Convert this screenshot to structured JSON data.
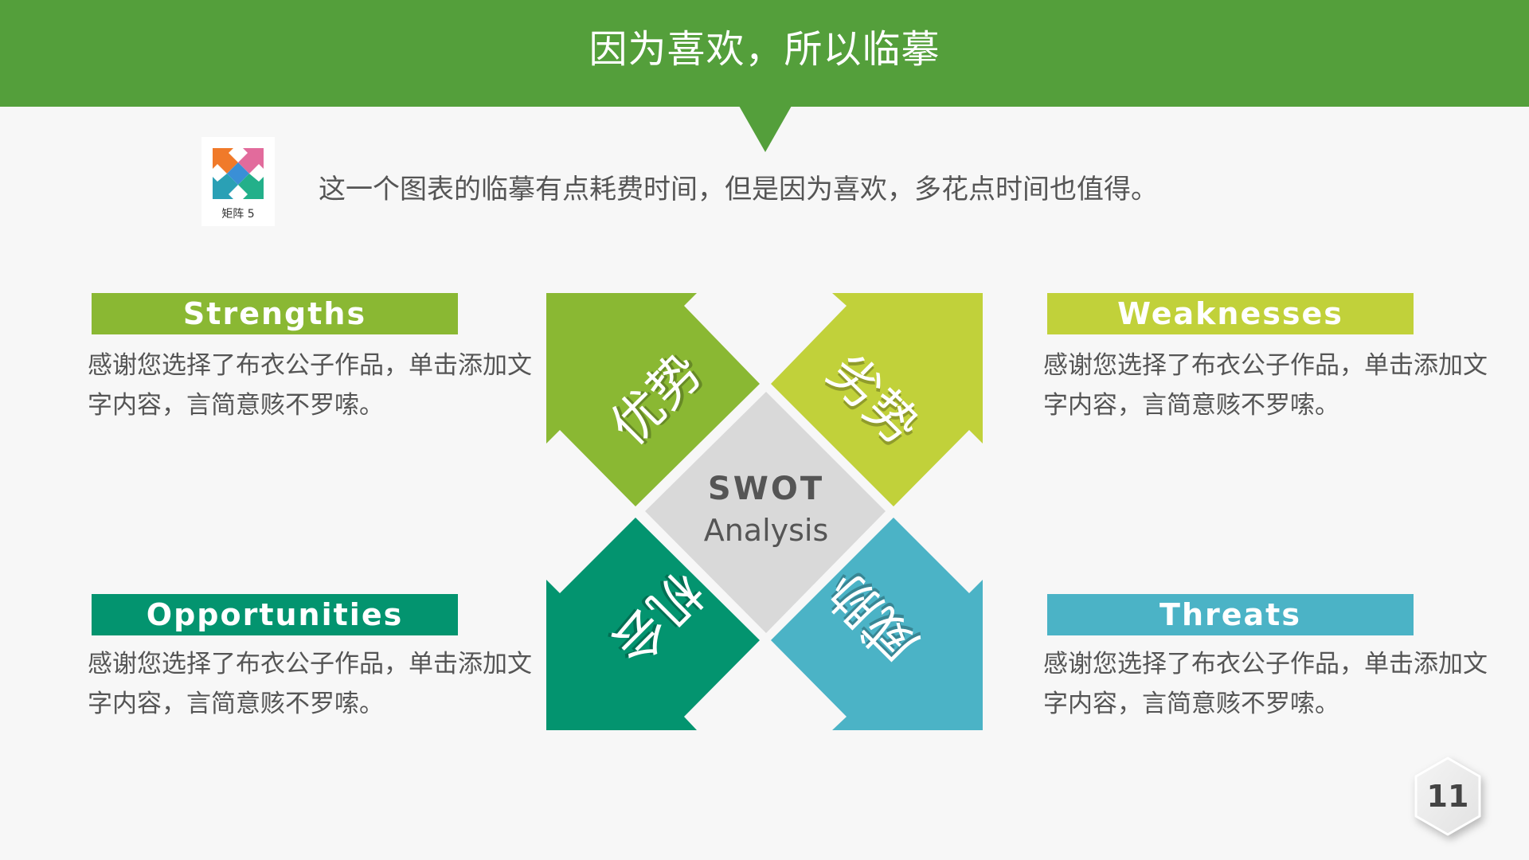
{
  "header": {
    "title": "因为喜欢，所以临摹",
    "color": "#549f3b"
  },
  "thumbnail": {
    "label": "矩阵 5",
    "colors": [
      "#f07a2a",
      "#e26b9c",
      "#3a8fd6",
      "#2aa0b5",
      "#23b08a"
    ]
  },
  "intro": {
    "text": "这一个图表的临摹有点耗费时间，但是因为喜欢，多花点时间也值得。"
  },
  "swot": {
    "center": {
      "title": "SWOT",
      "subtitle": "Analysis",
      "color": "#d9d9d9"
    },
    "quadrants": [
      {
        "key": "strengths",
        "cn": "优势",
        "en": "Strengths",
        "color": "#8ab833",
        "desc": "感谢您选择了布衣公子作品，单击添加文字内容，言简意赅不罗嗦。"
      },
      {
        "key": "weaknesses",
        "cn": "劣势",
        "en": "Weaknesses",
        "color": "#c1d13a",
        "desc": "感谢您选择了布衣公子作品，单击添加文字内容，言简意赅不罗嗦。"
      },
      {
        "key": "opportunities",
        "cn": "机会",
        "en": "Opportunities",
        "color": "#03946f",
        "desc": "感谢您选择了布衣公子作品，单击添加文字内容，言简意赅不罗嗦。"
      },
      {
        "key": "threats",
        "cn": "威胁",
        "en": "Threats",
        "color": "#4bb3c6",
        "desc": "感谢您选择了布衣公子作品，单击添加文字内容，言简意赅不罗嗦。"
      }
    ]
  },
  "page": {
    "number": "11"
  }
}
